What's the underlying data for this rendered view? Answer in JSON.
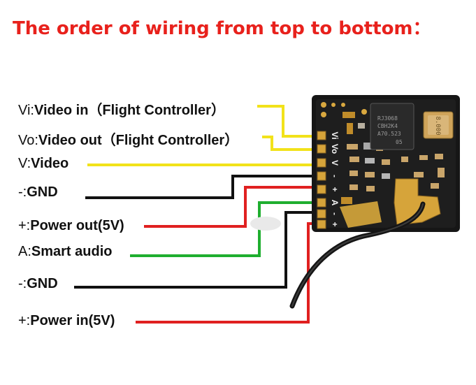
{
  "title": "The order of wiring from top to bottom：",
  "labels": [
    {
      "code": "Vi:",
      "name": "Video in（Flight Controller）",
      "color": "#f2e21a"
    },
    {
      "code": "Vo:",
      "name": "Video out（Flight Controller）",
      "color": "#f2e21a"
    },
    {
      "code": "V:",
      "name": "Video",
      "color": "#f2e21a"
    },
    {
      "code": "-:",
      "name": "GND",
      "color": "#111111"
    },
    {
      "code": "+:",
      "name": "Power out(5V)",
      "color": "#e02020"
    },
    {
      "code": "A:",
      "name": "Smart audio",
      "color": "#1fae2f"
    },
    {
      "code": "-:",
      "name": "GND",
      "color": "#111111"
    },
    {
      "code": "+:",
      "name": "Power in(5V)",
      "color": "#e02020"
    }
  ],
  "board": {
    "pin_labels": [
      "Vi",
      "Vo",
      "V",
      "-",
      "+",
      "A",
      "-",
      "+"
    ],
    "chip_text": [
      "RJ3068",
      "CBH2K4",
      "A70.523",
      "05"
    ],
    "crystal_text": "8.000"
  }
}
